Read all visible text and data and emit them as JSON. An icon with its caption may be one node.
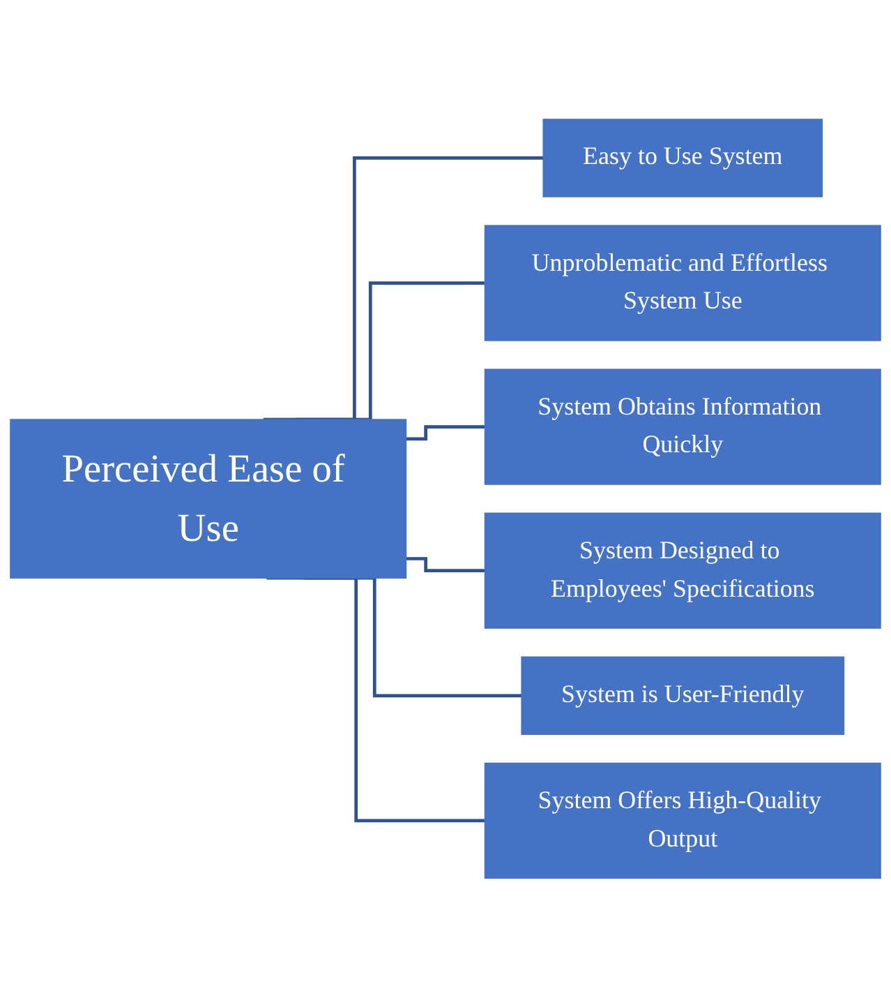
{
  "diagram": {
    "nodes": [
      {
        "text": [
          "Perceived Ease of Use"
        ]
      },
      {
        "text": [
          "Easy to Use System"
        ]
      },
      {
        "text": [
          "Unproblematic and Effortless System Use"
        ]
      },
      {
        "text": [
          "System Obtains Information Quickly"
        ]
      },
      {
        "text": [
          "System Designed to Employees' Specifications"
        ]
      },
      {
        "text": [
          "System is User-Friendly"
        ]
      },
      {
        "text": [
          "System Offers High-Quality Output"
        ]
      }
    ],
    "edges": [
      {
        "from": 0,
        "to": 1,
        "arrow": "none"
      },
      {
        "from": 0,
        "to": 2,
        "arrow": "none"
      },
      {
        "from": 0,
        "to": 3,
        "arrow": "none"
      },
      {
        "from": 0,
        "to": 4,
        "arrow": "none"
      },
      {
        "from": 0,
        "to": 5,
        "arrow": "none"
      },
      {
        "from": 0,
        "to": 6,
        "arrow": "none"
      }
    ]
  }
}
